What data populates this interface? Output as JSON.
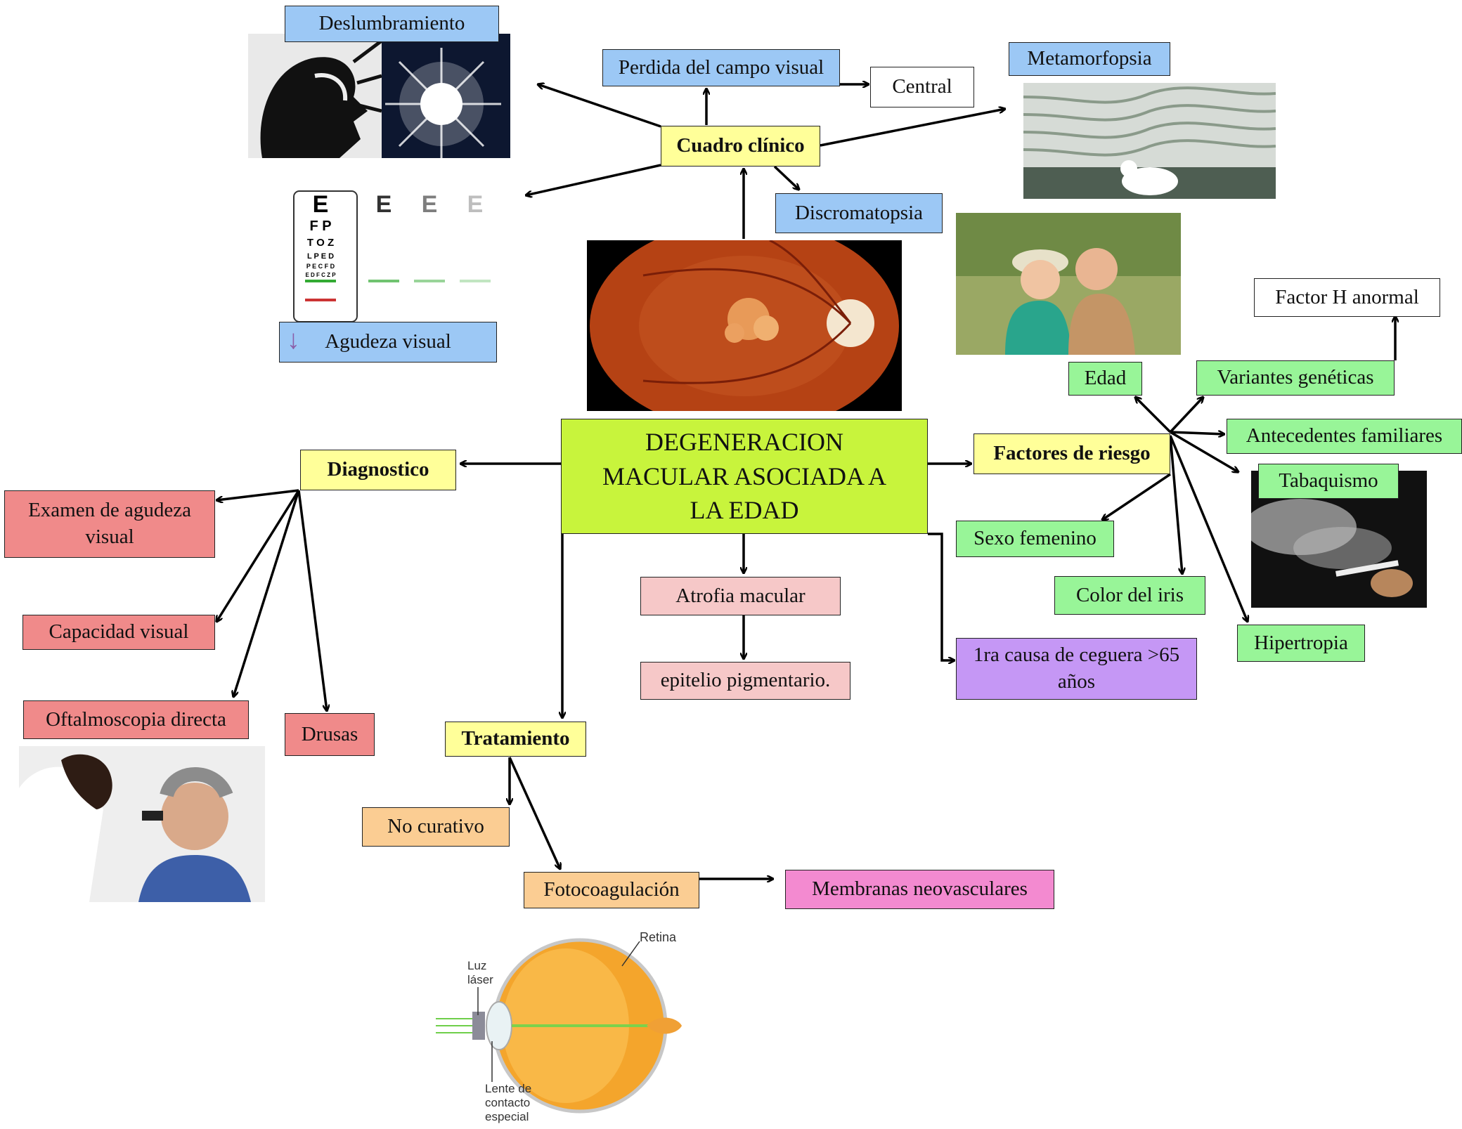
{
  "center": {
    "line1": "DEGENERACION",
    "line2": "MACULAR ASOCIADA A",
    "line3": "LA EDAD"
  },
  "cuadro_clinico": {
    "title": "Cuadro clínico",
    "deslumbramiento": "Deslumbramiento",
    "perdida_campo": "Perdida del campo visual",
    "central": "Central",
    "metamorfopsia": "Metamorfopsia",
    "discromatopsia": "Discromatopsia",
    "agudeza": "Agudeza visual"
  },
  "diagnostico": {
    "title": "Diagnostico",
    "examen_line1": "Examen de agudeza",
    "examen_line2": "visual",
    "capacidad": "Capacidad visual",
    "oftalmoscopia": "Oftalmoscopia directa",
    "drusas": "Drusas"
  },
  "atrofia": {
    "title": "Atrofia macular",
    "epitelio": "epitelio  pigmentario."
  },
  "tratamiento": {
    "title": "Tratamiento",
    "no_curativo": "No curativo",
    "fotocoagulacion": "Fotocoagulación",
    "membranas": "Membranas neovasculares"
  },
  "causa": {
    "line1": "1ra causa de ceguera >65",
    "line2": "años"
  },
  "factores": {
    "title": "Factores de riesgo",
    "edad": "Edad",
    "variantes": "Variantes genéticas",
    "factor_h": "Factor H anormal",
    "antecedentes": "Antecedentes familiares",
    "tabaquismo": "Tabaquismo",
    "sexo": "Sexo femenino",
    "iris": "Color del iris",
    "hipertropia": "Hipertropia"
  },
  "eye_diagram": {
    "retina": "Retina",
    "luz1": "Luz",
    "luz2": "láser",
    "lente1": "Lente de",
    "lente2": "contacto",
    "lente3": "especial"
  },
  "eye_chart": {
    "row1": "E",
    "row2": "F P",
    "row3": "T O Z",
    "row4": "L P E D",
    "row5": "P E C F D",
    "row6": "E D F C Z P"
  },
  "colors": {
    "arrow": "#000000",
    "center_fill": "#c8f43c",
    "factor_fill": "#98f598"
  }
}
